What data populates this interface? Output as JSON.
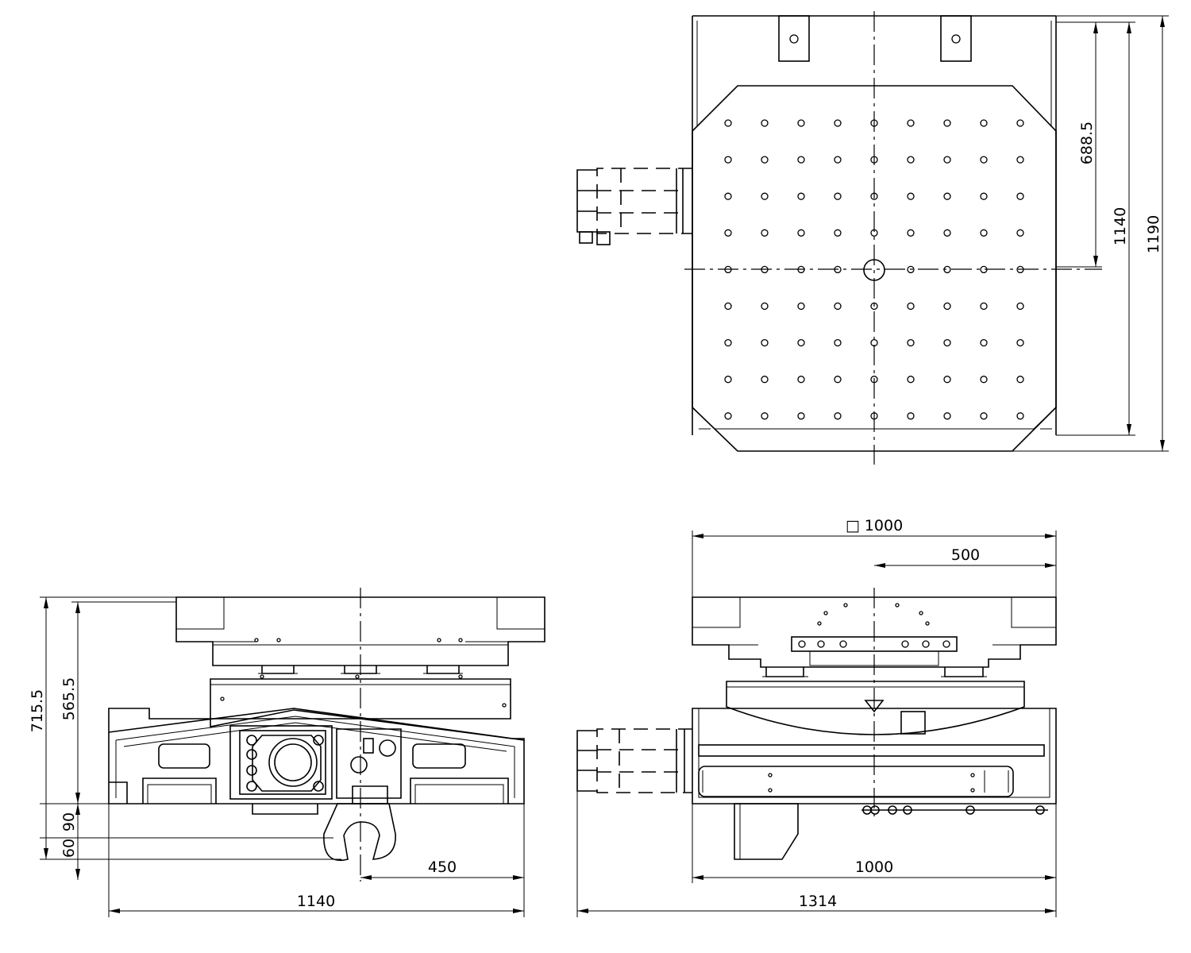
{
  "dimensions": {
    "top_view": {
      "offset_688": "688.5",
      "height_1140": "1140",
      "height_1190": "1190"
    },
    "front_view": {
      "height_715": "715.5",
      "height_565": "565.5",
      "d90": "90",
      "d60": "60",
      "d450": "450",
      "width_1140": "1140"
    },
    "side_view": {
      "table_square": "□ 1000",
      "half_500": "500",
      "width_1000": "1000",
      "width_1314": "1314"
    }
  },
  "colors": {
    "line": "#000000",
    "background": "#ffffff"
  },
  "top_view_hole_grid": {
    "rows": 9,
    "cols": 9,
    "center_bore": true
  }
}
